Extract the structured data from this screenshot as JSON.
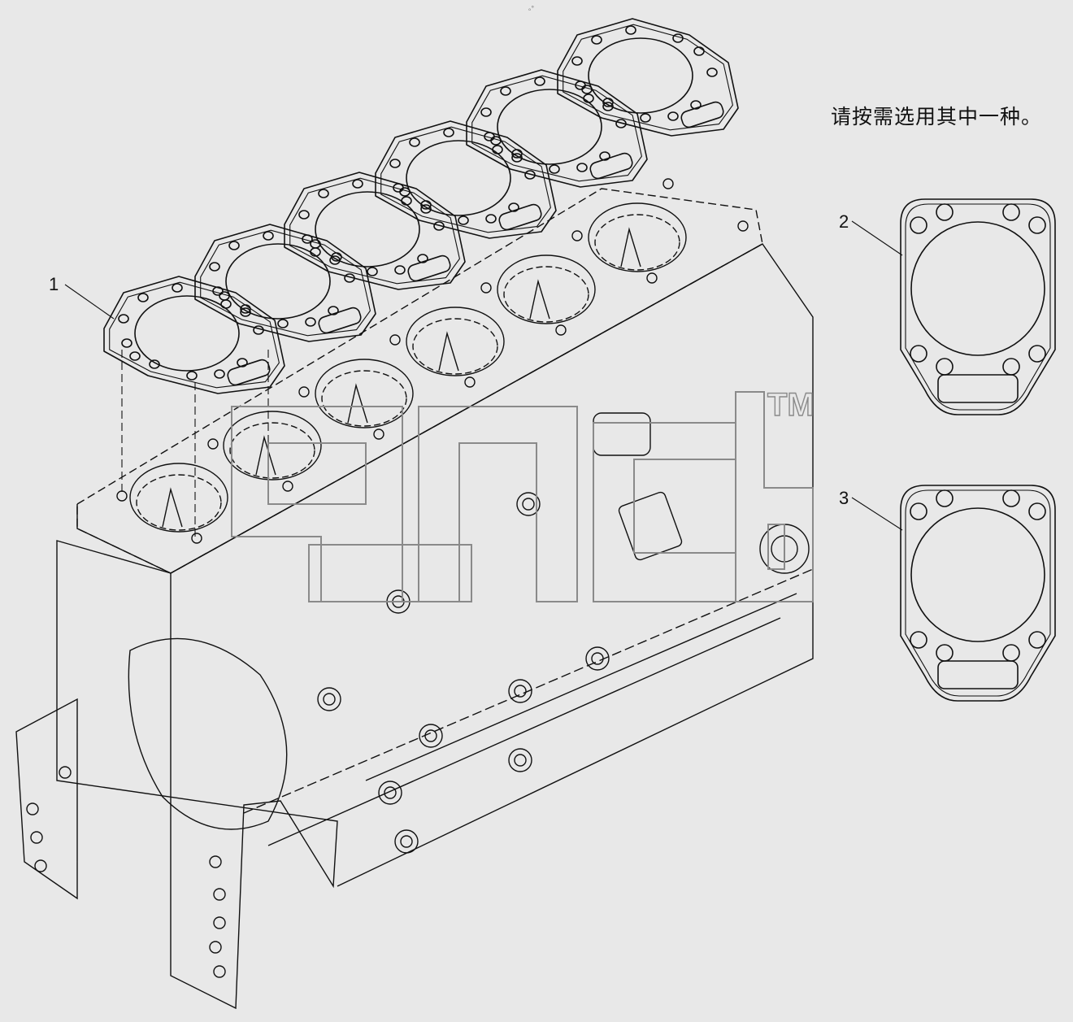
{
  "note": {
    "text": "请按需选用其中一种。"
  },
  "callouts": [
    {
      "number": "1",
      "part": "cylinder-head-gasket-set"
    },
    {
      "number": "2",
      "part": "cylinder-head-gasket-variant-a"
    },
    {
      "number": "3",
      "part": "cylinder-head-gasket-variant-b"
    }
  ],
  "watermark": {
    "trademark": "TM"
  },
  "top_mark": {
    "text": "ₒ°"
  },
  "colors": {
    "background": "#e8e8e8",
    "line": "#111111",
    "watermark": "#8a8a8a"
  }
}
